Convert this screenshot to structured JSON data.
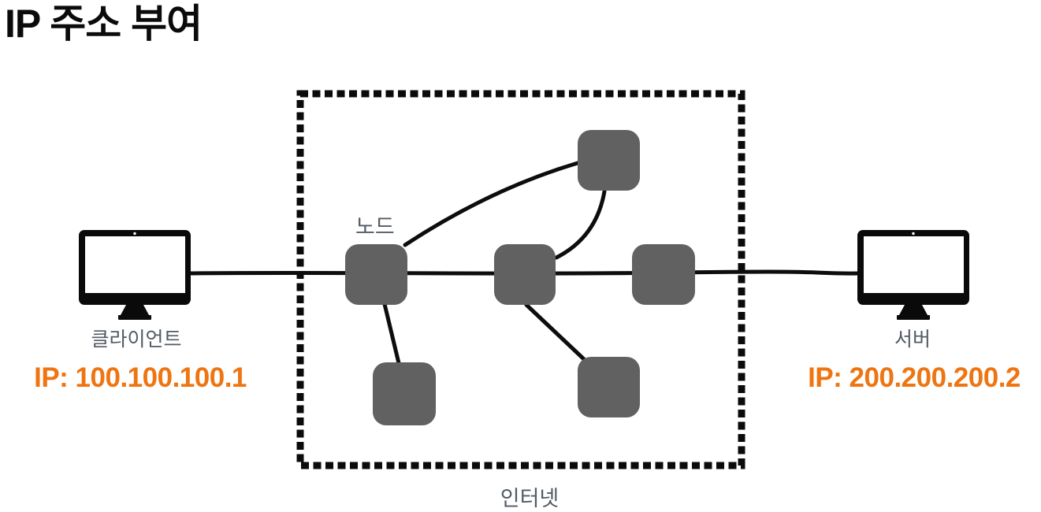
{
  "title": "IP 주소 부여",
  "client": {
    "label": "클라이언트",
    "ip": "IP: 100.100.100.1"
  },
  "server": {
    "label": "서버",
    "ip": "IP: 200.200.200.2"
  },
  "internet": {
    "label": "인터넷",
    "node_label": "노드",
    "node_count": 6
  },
  "colors": {
    "accent_orange": "#ee7511",
    "node_gray": "#616161",
    "label_gray": "#535b63",
    "ink_black": "#0b0b0b",
    "background": "#ffffff"
  }
}
